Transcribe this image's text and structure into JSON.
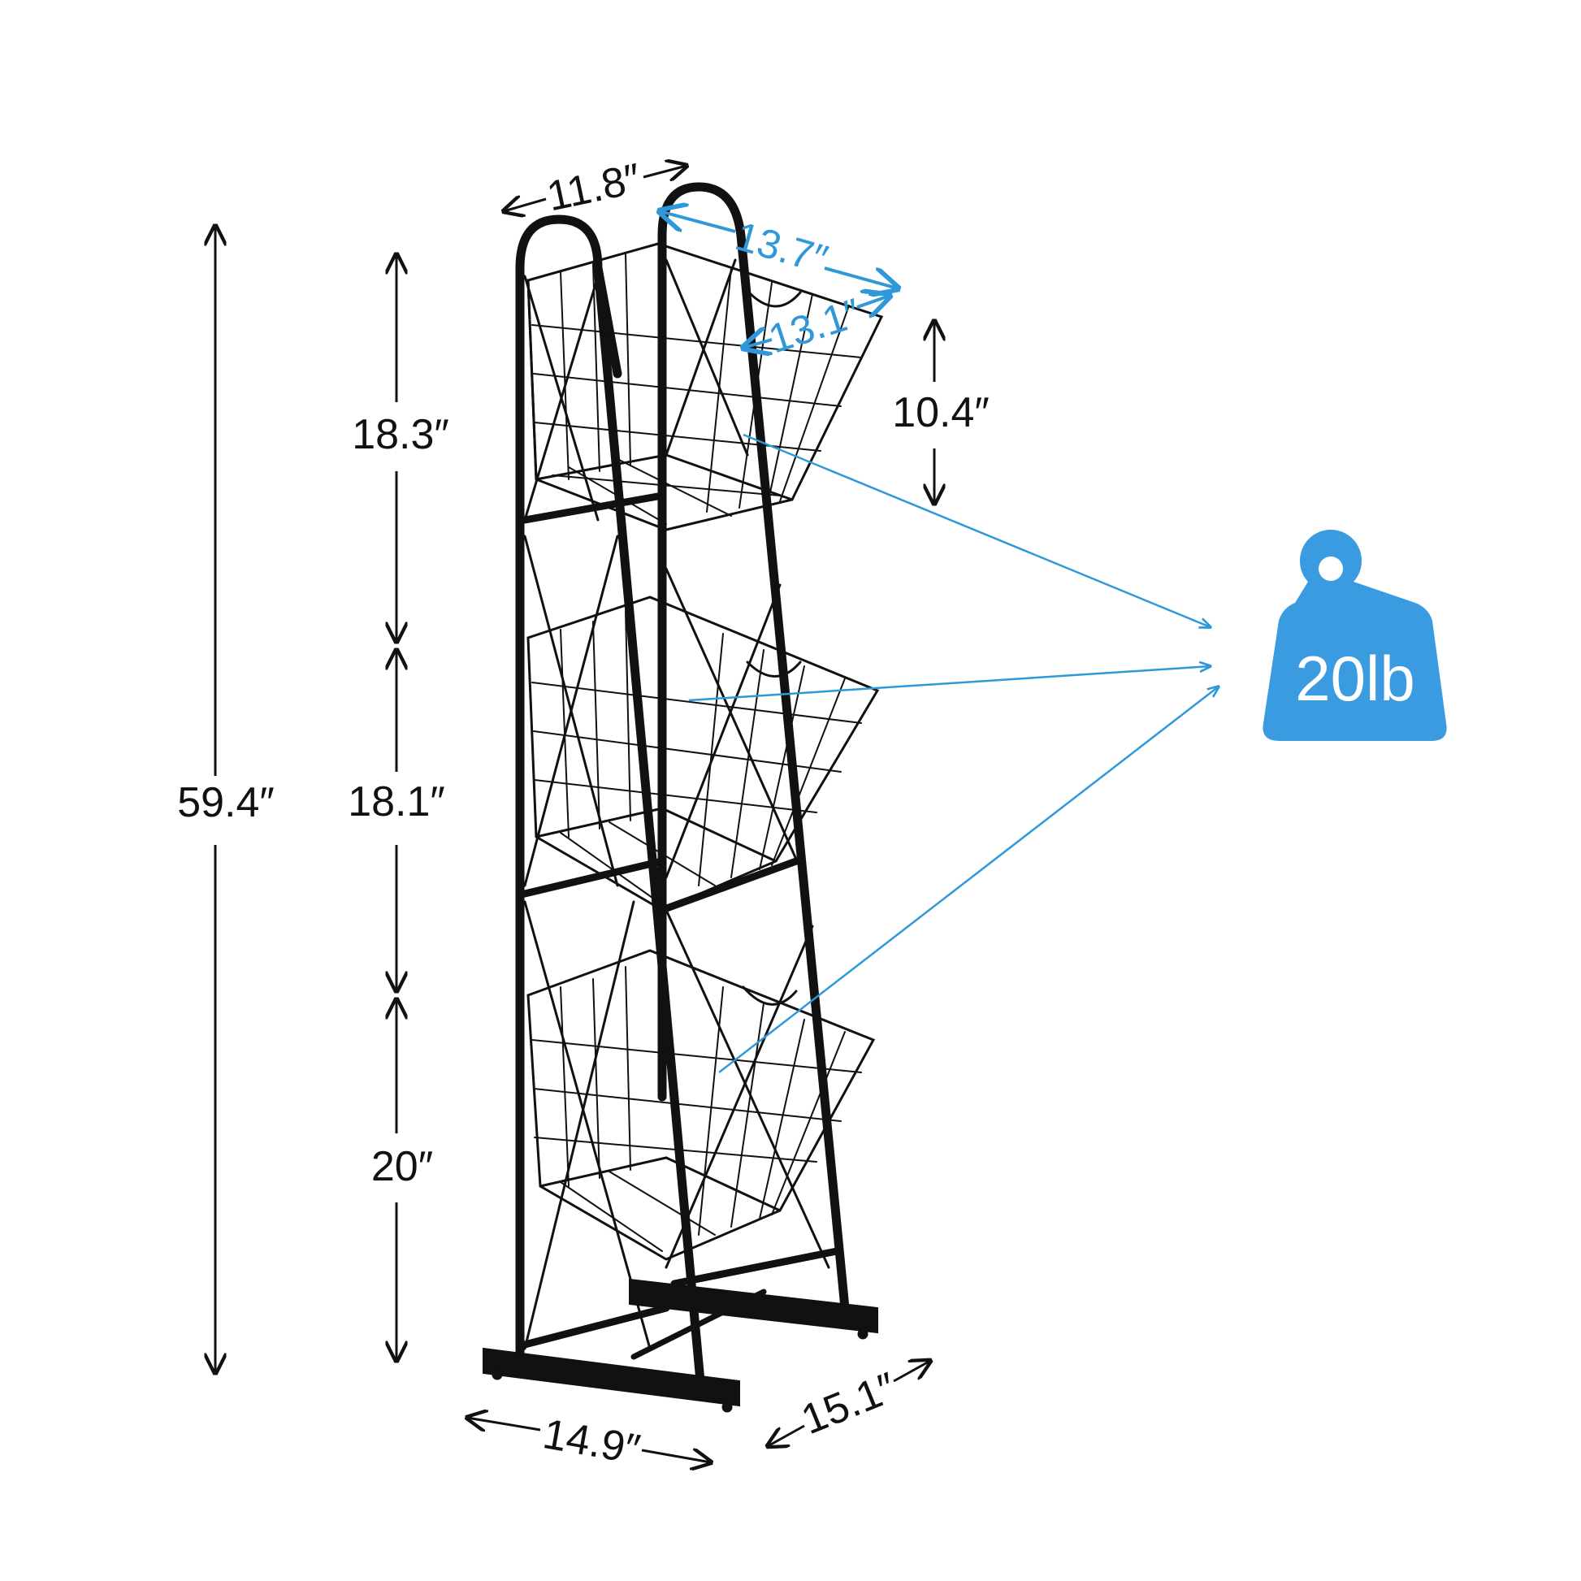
{
  "dimensions": {
    "total_height": "59.4″",
    "tier_top_height": "18.3″",
    "tier_middle_height": "18.1″",
    "tier_bottom_height": "20″",
    "basket_depth": "10.4″",
    "top_width": "11.8″",
    "basket_outer_width": "13.7″",
    "basket_inner_width": "13.1″",
    "base_width": "14.9″",
    "base_depth": "15.1″"
  },
  "weight_badge": {
    "label": "20lb",
    "color": "#3b9be0"
  },
  "colors": {
    "frame": "#111111",
    "accent": "#2f98d9"
  },
  "icons": {
    "weight": "weight-icon"
  }
}
